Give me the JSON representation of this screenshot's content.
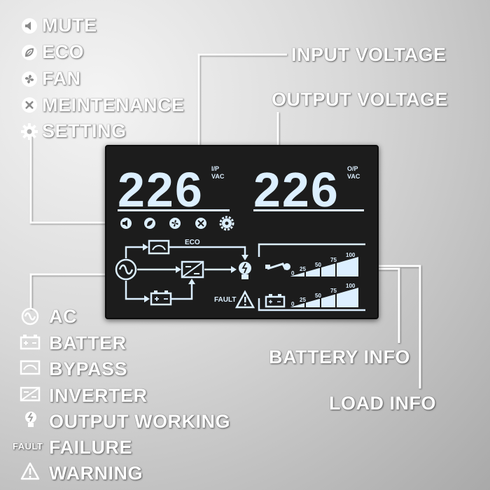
{
  "top_legend": [
    {
      "label": "MUTE",
      "icon": "mute-icon"
    },
    {
      "label": "ECO",
      "icon": "leaf-icon"
    },
    {
      "label": "FAN",
      "icon": "fan-icon"
    },
    {
      "label": "MEINTENANCE",
      "icon": "maintenance-icon"
    },
    {
      "label": "SETTING",
      "icon": "gear-icon"
    }
  ],
  "callouts": {
    "input_voltage": "INPUT VOLTAGE",
    "output_voltage": "OUTPUT VOLTAGE",
    "battery_info": "BATTERY INFO",
    "load_info": "LOAD INFO"
  },
  "display": {
    "input_value": "226",
    "input_unit_top": "I/P",
    "input_unit_bottom": "VAC",
    "output_value": "226",
    "output_unit_top": "O/P",
    "output_unit_bottom": "VAC",
    "eco_label": "ECO",
    "fault_label": "FAULT",
    "scale": [
      "0",
      "25",
      "50",
      "75",
      "100"
    ]
  },
  "bottom_legend": [
    {
      "label": "AC",
      "icon": "ac-icon"
    },
    {
      "label": "BATTER",
      "icon": "battery-icon"
    },
    {
      "label": "BYPASS",
      "icon": "bypass-icon"
    },
    {
      "label": "INVERTER",
      "icon": "inverter-icon"
    },
    {
      "label": "OUTPUT WORKING",
      "icon": "bulb-icon"
    },
    {
      "label": "FAILURE",
      "icon": "fault-text-icon",
      "icon_text": "FAULT"
    },
    {
      "label": "WARNING",
      "icon": "warning-icon"
    }
  ],
  "colors": {
    "lcd_segment": "#dcefff",
    "lcd_background": "#1c1c1c",
    "label_text": "#ffffff",
    "callout_line": "#ffffff"
  }
}
